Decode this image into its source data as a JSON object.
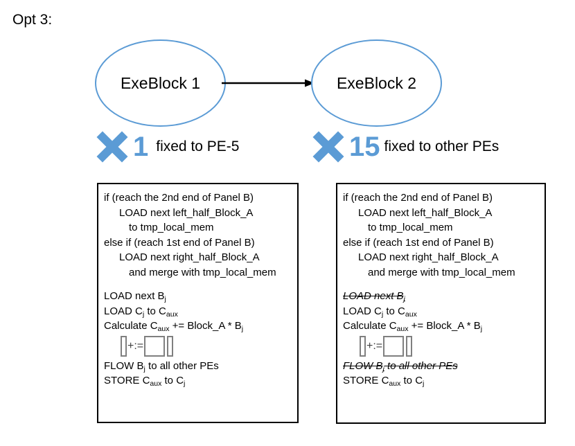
{
  "slide": {
    "title": "Opt 3:"
  },
  "blocks": [
    {
      "ellipse_label": "ExeBlock 1",
      "count": "1",
      "caption": "fixed to PE-5",
      "cross_icon": "cross-x-icon"
    },
    {
      "ellipse_label": "ExeBlock 2",
      "count": "15",
      "caption": "fixed to other PEs",
      "cross_icon": "cross-x-icon"
    }
  ],
  "arrow": {
    "icon": "arrow-right-icon",
    "color": "#000000"
  },
  "colors": {
    "accent_blue": "#5B9BD5",
    "ellipse_stroke": "#5B9BD5",
    "box_stroke": "#000000",
    "glyph_gray": "#7F7F7F"
  },
  "code_boxes": [
    {
      "name": "left",
      "lines": [
        {
          "text": "if (reach the 2nd end of Panel B)",
          "indent": 0,
          "struck": false
        },
        {
          "text": "LOAD next left_half_Block_A",
          "indent": 1,
          "struck": false
        },
        {
          "text": "to tmp_local_mem",
          "indent": 2,
          "struck": false
        },
        {
          "text": "else if (reach 1st end of Panel B)",
          "indent": 0,
          "struck": false
        },
        {
          "text": "LOAD next right_half_Block_A",
          "indent": 1,
          "struck": false
        },
        {
          "text": "and merge with tmp_local_mem",
          "indent": 2,
          "struck": false
        },
        {
          "gap": true
        },
        {
          "html": "LOAD next B<sub>j</sub>",
          "indent": 0,
          "struck": false
        },
        {
          "html": "LOAD C<sub>j</sub> to C<sub>aux</sub>",
          "indent": 0,
          "struck": false
        },
        {
          "html": "Calculate C<sub>aux</sub> += Block_A * B<sub>j</sub>",
          "indent": 0,
          "struck": false
        },
        {
          "formula": "vector += matrix * vector"
        },
        {
          "html": "FLOW B<sub>j</sub> to all other PEs",
          "indent": 0,
          "struck": false
        },
        {
          "html": "STORE C<sub>aux</sub> to C<sub>j</sub>",
          "indent": 0,
          "struck": false
        }
      ]
    },
    {
      "name": "right",
      "lines": [
        {
          "text": "if (reach the 2nd end of Panel B)",
          "indent": 0,
          "struck": false
        },
        {
          "text": "LOAD next left_half_Block_A",
          "indent": 1,
          "struck": false
        },
        {
          "text": "to tmp_local_mem",
          "indent": 2,
          "struck": false
        },
        {
          "text": "else if (reach 1st end of Panel B)",
          "indent": 0,
          "struck": false
        },
        {
          "text": "LOAD next right_half_Block_A",
          "indent": 1,
          "struck": false
        },
        {
          "text": "and merge with tmp_local_mem",
          "indent": 2,
          "struck": false
        },
        {
          "gap": true
        },
        {
          "html": "LOAD next B<sub>j</sub>",
          "indent": 0,
          "struck": true
        },
        {
          "html": "LOAD C<sub>j</sub> to C<sub>aux</sub>",
          "indent": 0,
          "struck": false
        },
        {
          "html": "Calculate C<sub>aux</sub> += Block_A * B<sub>j</sub>",
          "indent": 0,
          "struck": false
        },
        {
          "formula": "vector += matrix * vector"
        },
        {
          "html": "FLOW B<sub>j</sub> to all other PEs",
          "indent": 0,
          "struck": true
        },
        {
          "html": "STORE C<sub>aux</sub> to C<sub>j</sub>",
          "indent": 0,
          "struck": false
        }
      ]
    }
  ]
}
